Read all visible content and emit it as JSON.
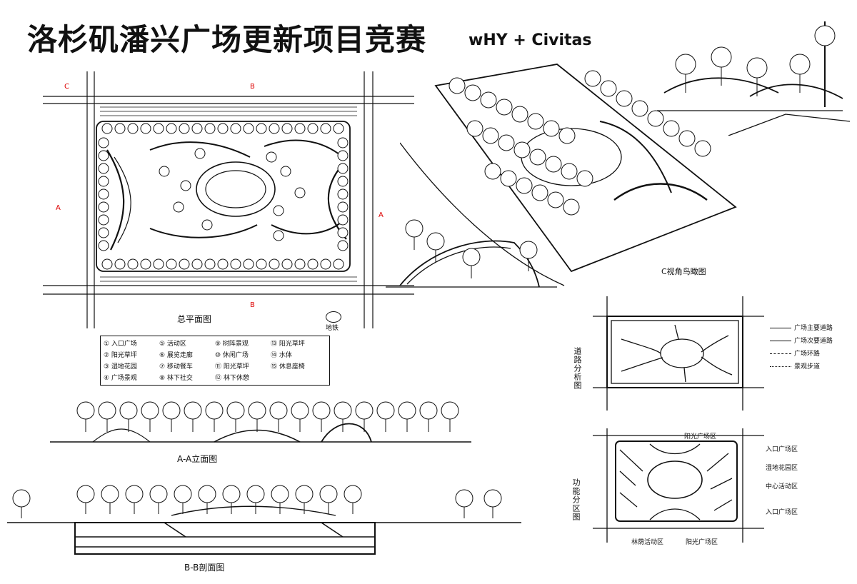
{
  "header": {
    "title": "洛杉矶潘兴广场更新项目竞赛",
    "subtitle": "wHY + Civitas"
  },
  "masterplan": {
    "caption": "总平面图",
    "north_label": "地铁",
    "section_marks": {
      "a_left": "A",
      "a_right": "A",
      "b_top": "B",
      "b_bottom": "B",
      "c": "C"
    }
  },
  "legend": [
    [
      "① 入口广场",
      "⑤ 活动区",
      "⑨ 树阵景观",
      "⑬ 阳光草坪"
    ],
    [
      "② 阳光草坪",
      "⑥ 展览走廊",
      "⑩ 休闲广场",
      "⑭ 水体"
    ],
    [
      "③ 湿地花园",
      "⑦ 移动餐车",
      "⑪ 阳光草坪",
      "⑮ 休息座椅"
    ],
    [
      "④ 广场景观",
      "⑧ 林下社交",
      "⑫ 林下休憩",
      ""
    ]
  ],
  "sections": {
    "aa_caption": "A-A立面图",
    "bb_caption": "B-B剖面图"
  },
  "aerial": {
    "caption": "C视角鸟瞰图"
  },
  "road_analysis": {
    "title": "道路分析图",
    "legend": [
      "广场主要道路",
      "广场次要道路",
      "广场环路",
      "景观步道"
    ]
  },
  "function_analysis": {
    "title": "功能分区图",
    "labels_right": [
      "入口广场区",
      "湿地花园区",
      "中心活动区",
      "入口广场区"
    ],
    "labels_top": "阳光广场区",
    "labels_bottom_left": "林荫活动区",
    "labels_bottom_right": "阳光广场区"
  }
}
